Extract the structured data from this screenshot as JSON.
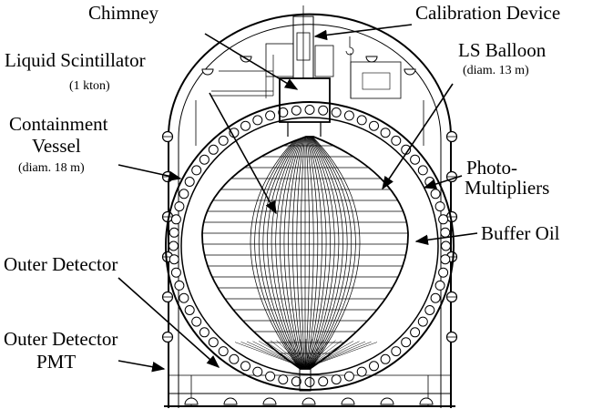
{
  "labels": {
    "chimney": "Chimney",
    "calibration_device": "Calibration Device",
    "liquid_scintillator": "Liquid Scintillator",
    "liquid_scintillator_sub": "(1 kton)",
    "ls_balloon": "LS Balloon",
    "ls_balloon_sub": "(diam. 13 m)",
    "containment_line1": "Containment",
    "containment_line2": "Vessel",
    "containment_sub": "(diam. 18 m)",
    "photo_line1": "Photo-",
    "photo_line2": "Multipliers",
    "buffer_oil": "Buffer Oil",
    "outer_detector": "Outer Detector",
    "outer_pmt_line1": "Outer Detector",
    "outer_pmt_line2": "PMT"
  },
  "colors": {
    "ink": "#000000",
    "background": "#ffffff"
  },
  "components": [
    "outer-tank",
    "containment-vessel",
    "buffer-oil",
    "ls-balloon",
    "chimney",
    "calibration-device",
    "photomultipliers",
    "outer-detector-pmts"
  ]
}
